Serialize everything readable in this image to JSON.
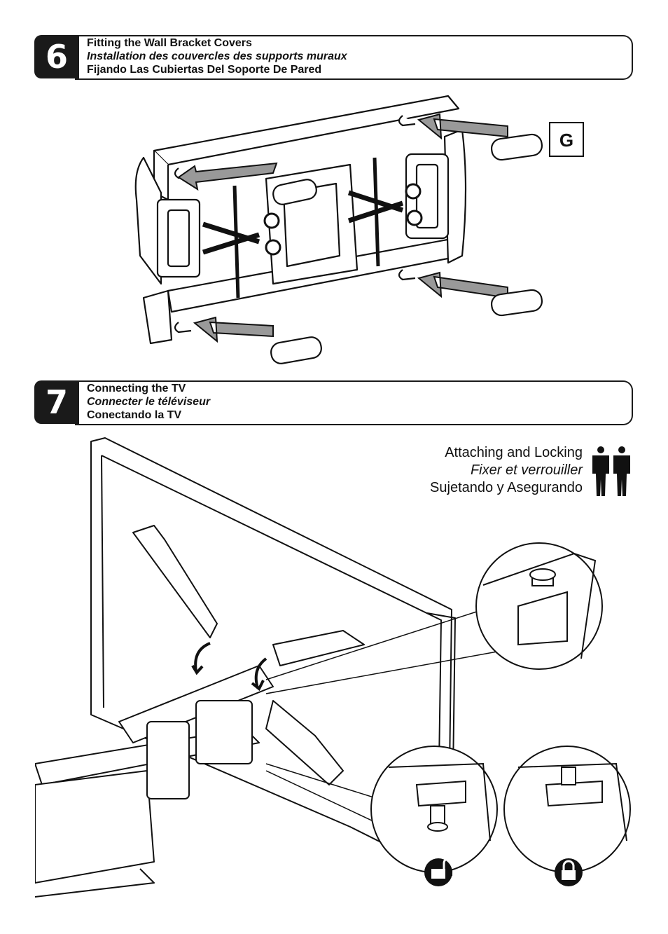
{
  "step6": {
    "number": "6",
    "line_en": "Fitting the Wall Bracket Covers",
    "line_fr": "Installation des couvercles des supports muraux",
    "line_es": "Fijando Las Cubiertas Del Soporte De Pared",
    "part_label": "G"
  },
  "step7": {
    "number": "7",
    "line_en": "Connecting the TV",
    "line_fr": "Connecter le téléviseur",
    "line_es": "Conectando la TV",
    "note_en": "Attaching and Locking",
    "note_fr": "Fixer et verrouiller",
    "note_es": "Sujetando y Asegurando",
    "icons": [
      "two-person-icon",
      "unlock-icon",
      "lock-icon"
    ]
  }
}
